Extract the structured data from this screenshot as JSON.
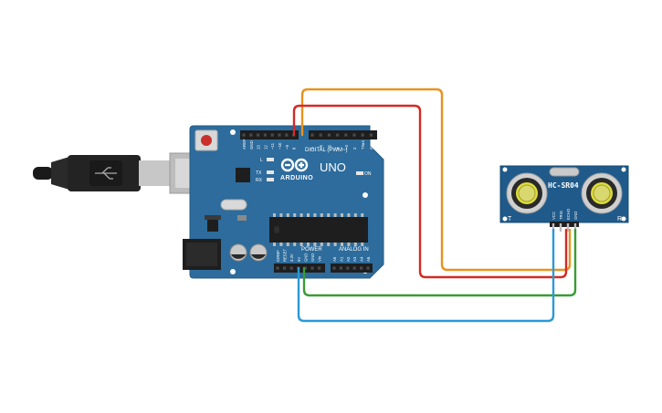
{
  "board": {
    "model": "UNO",
    "brand": "ARDUINO",
    "on_label": "ON",
    "digital_header": "DIGITAL (PWM~)",
    "power_header": "POWER",
    "analog_header": "ANALOG IN",
    "led_labels": [
      "L",
      "TX",
      "RX"
    ],
    "digital_pins": [
      "AREF",
      "GND",
      "13",
      "12",
      "~11",
      "~10",
      "~9",
      "8",
      "7",
      "~6",
      "~5",
      "4",
      "~3",
      "2",
      "TX▸1",
      "RX◂0"
    ],
    "power_pins": [
      "IOREF",
      "RESET",
      "3.3V",
      "5V",
      "GND",
      "GND",
      "Vin"
    ],
    "analog_pins": [
      "A0",
      "A1",
      "A2",
      "A3",
      "A4",
      "A5"
    ],
    "color": "#2d6c9c"
  },
  "sensor": {
    "model": "HC-SR04",
    "pins": [
      "VCC",
      "TRIG",
      "ECHO",
      "GND"
    ],
    "left_marker": "T",
    "right_marker": "R",
    "color": "#1f5a8a"
  },
  "wires": [
    {
      "name": "orange",
      "color": "#e8931f"
    },
    {
      "name": "red",
      "color": "#d42a25"
    },
    {
      "name": "green",
      "color": "#3a9b35"
    },
    {
      "name": "blue",
      "color": "#2a9ad6"
    }
  ]
}
